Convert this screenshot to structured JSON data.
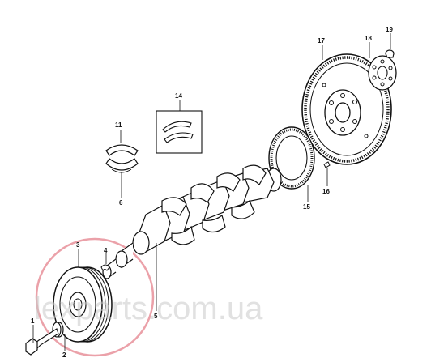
{
  "callouts": {
    "c1": "1",
    "c2": "2",
    "c3": "3",
    "c4": "4",
    "c5": "5",
    "c6": "6",
    "c11": "11",
    "c14": "14",
    "c15": "15",
    "c16": "16",
    "c17": "17",
    "c18": "18",
    "c19": "19"
  },
  "watermark": "lexparts.com.ua",
  "colors": {
    "line": "#111111",
    "watermark_ring": "#e8909a",
    "watermark_text": "#c9c9c9"
  }
}
